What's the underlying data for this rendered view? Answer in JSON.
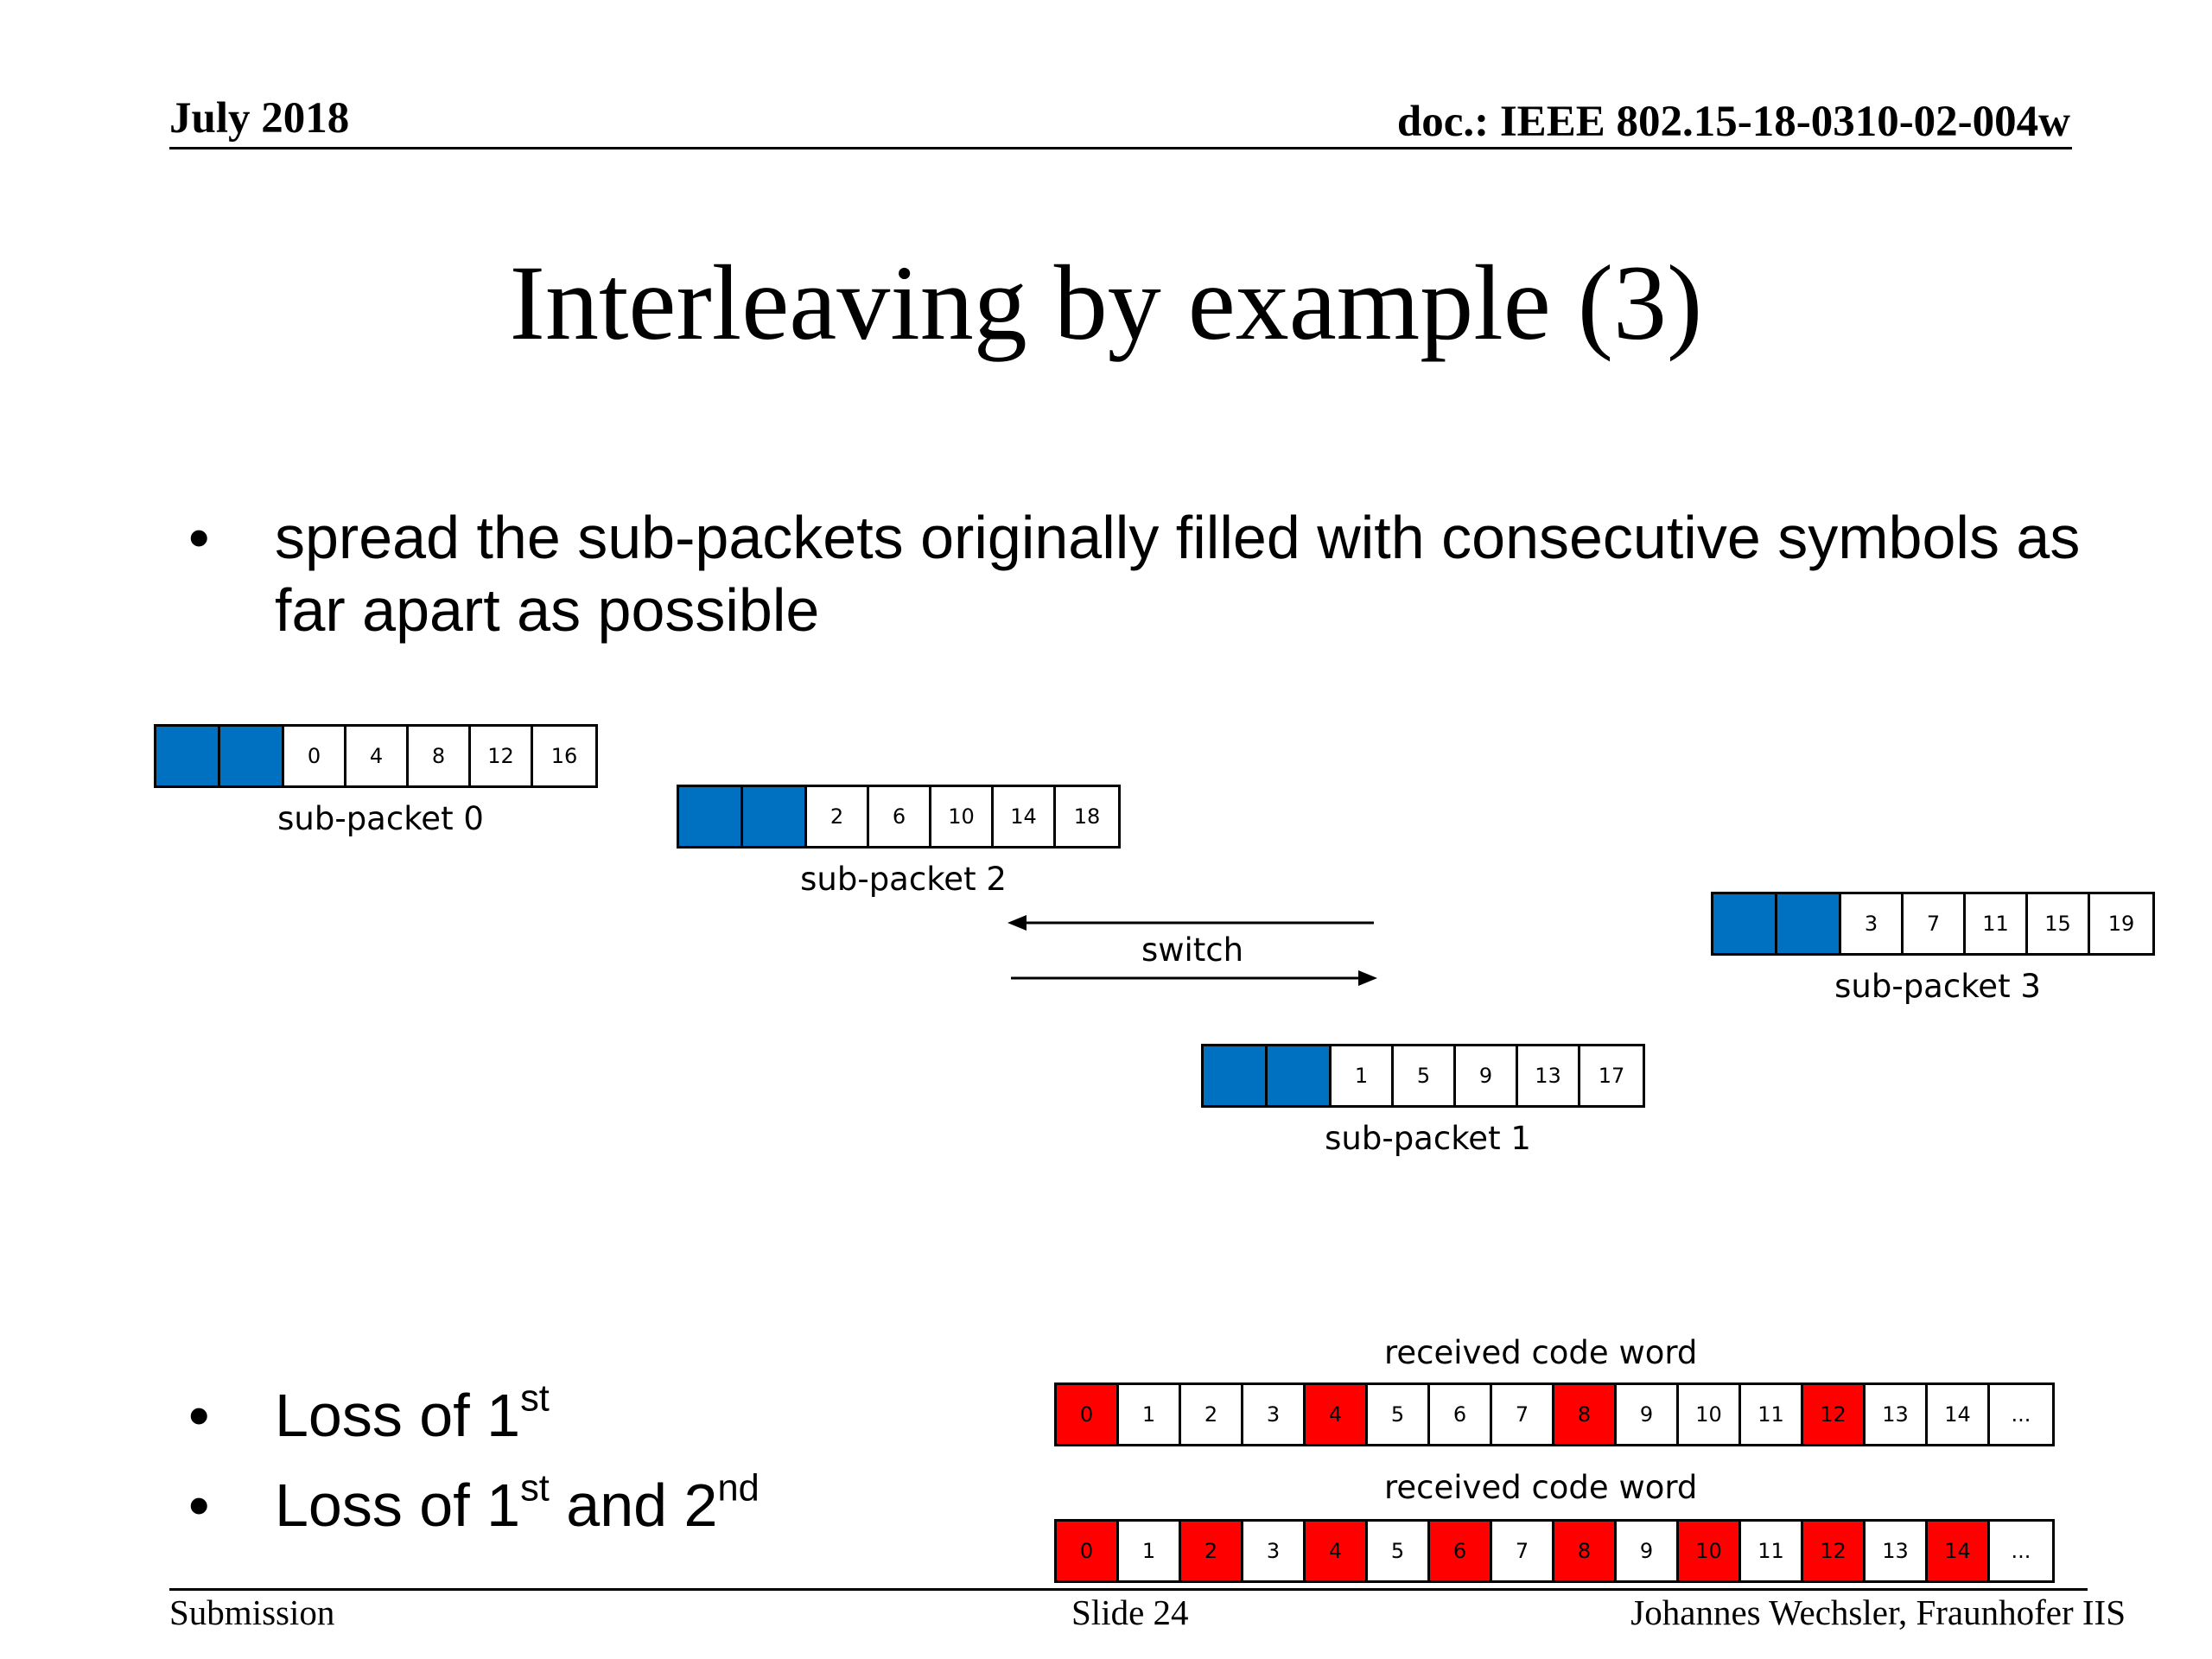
{
  "header": {
    "date": "July 2018",
    "doc_id": "doc.: IEEE 802.15-18-0310-02-004w"
  },
  "title": "Interleaving by example (3)",
  "bullets": {
    "marker": "•",
    "spread": "spread the sub-packets originally filled with consecutive symbols as far apart as possible",
    "loss1": {
      "text": "Loss of 1",
      "sup": "st"
    },
    "loss2": {
      "text1": "Loss of 1",
      "sup1": "st",
      "text2": " and 2",
      "sup2": "nd"
    }
  },
  "diagram": {
    "colors": {
      "header_block": "#0070c0",
      "lost_symbol": "#ff0000"
    },
    "switch_label": "switch",
    "subpackets": [
      {
        "label": "sub-packet 0",
        "symbols": [
          "0",
          "4",
          "8",
          "12",
          "16"
        ]
      },
      {
        "label": "sub-packet 2",
        "symbols": [
          "2",
          "6",
          "10",
          "14",
          "18"
        ]
      },
      {
        "label": "sub-packet 3",
        "symbols": [
          "3",
          "7",
          "11",
          "15",
          "19"
        ]
      },
      {
        "label": "sub-packet 1",
        "symbols": [
          "1",
          "5",
          "9",
          "13",
          "17"
        ]
      }
    ]
  },
  "codewords": [
    {
      "label": "received code word",
      "symbols": [
        "0",
        "1",
        "2",
        "3",
        "4",
        "5",
        "6",
        "7",
        "8",
        "9",
        "10",
        "11",
        "12",
        "13",
        "14",
        "..."
      ],
      "lost": [
        "0",
        "4",
        "8",
        "12"
      ]
    },
    {
      "label": "received code word",
      "symbols": [
        "0",
        "1",
        "2",
        "3",
        "4",
        "5",
        "6",
        "7",
        "8",
        "9",
        "10",
        "11",
        "12",
        "13",
        "14",
        "..."
      ],
      "lost": [
        "0",
        "2",
        "4",
        "6",
        "8",
        "10",
        "12",
        "14"
      ]
    }
  ],
  "footer": {
    "left": "Submission",
    "center": "Slide 24",
    "right": "Johannes Wechsler, Fraunhofer IIS"
  }
}
